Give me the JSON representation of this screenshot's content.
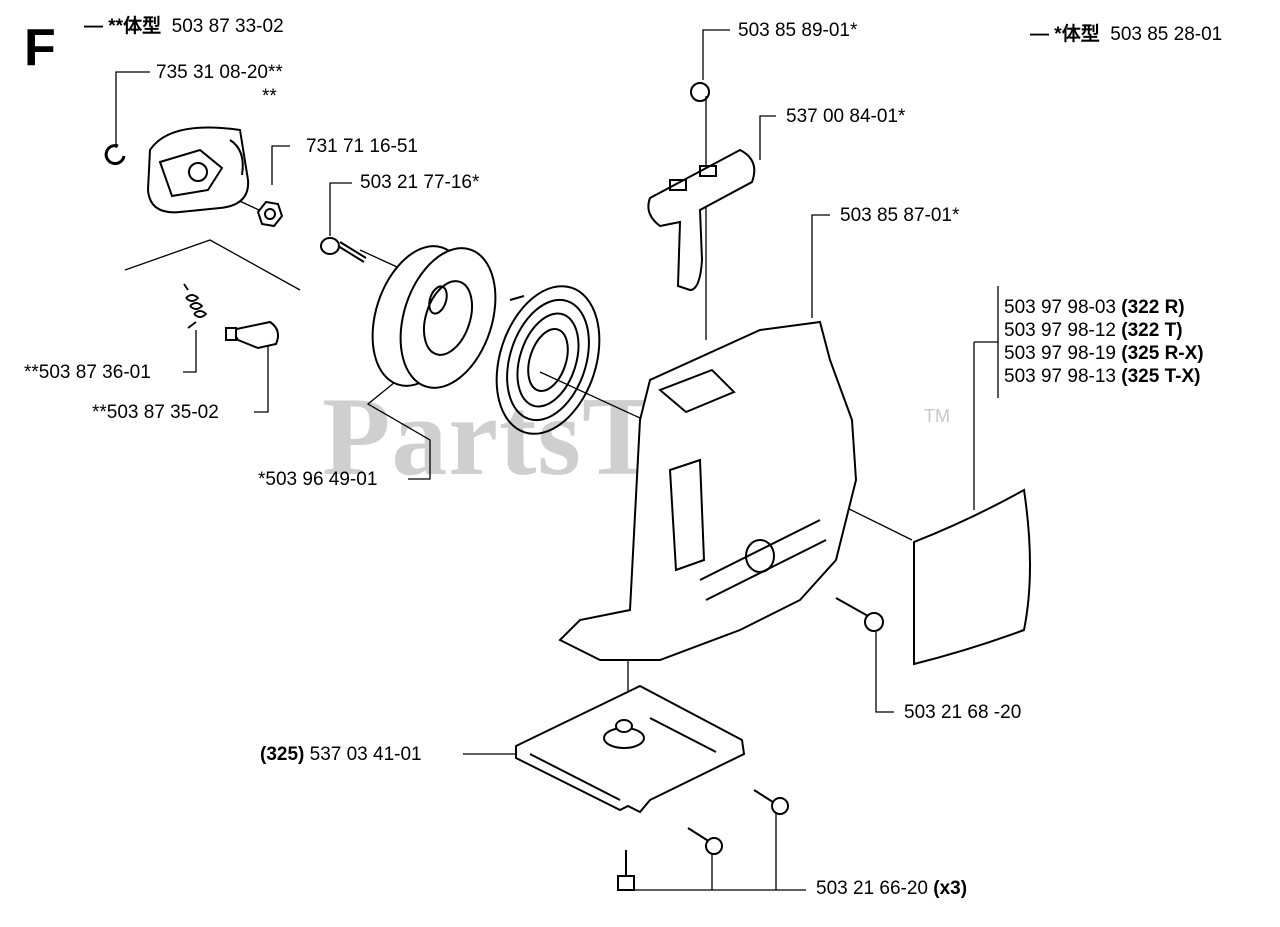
{
  "section_letter": "F",
  "watermark": "PartsTree",
  "trademark": "TM",
  "header_left": {
    "dash": "—",
    "stars": "**",
    "kanji": "体型",
    "part": "503 87 33-02"
  },
  "header_right": {
    "dash": "—",
    "stars": "*",
    "kanji": "体型",
    "part": "503 85 28-01"
  },
  "labels": {
    "p1": "735 31 08-20**",
    "p2": "**",
    "p3": "731 71 16-51",
    "p4": "503 21 77-16*",
    "p5": "503 85 89-01*",
    "p6": "537 00 84-01*",
    "p7": "503 85 87-01*",
    "p8": "**503 87 36-01",
    "p9": "**503 87 35-02",
    "p10": "*503 96 49-01",
    "p11": "503 21 68 -20",
    "p12_prefix": "(325)",
    "p12": "537 03 41-01",
    "p13": "503 21 66-20",
    "p13_qty": "(x3)"
  },
  "kits": [
    {
      "part": "503 97 98-03",
      "model": "(322 R)"
    },
    {
      "part": "503 97 98-12",
      "model": "(322 T)"
    },
    {
      "part": "503 97 98-19",
      "model": "(325 R-X)"
    },
    {
      "part": "503 97 98-13",
      "model": "(325 T-X)"
    }
  ]
}
